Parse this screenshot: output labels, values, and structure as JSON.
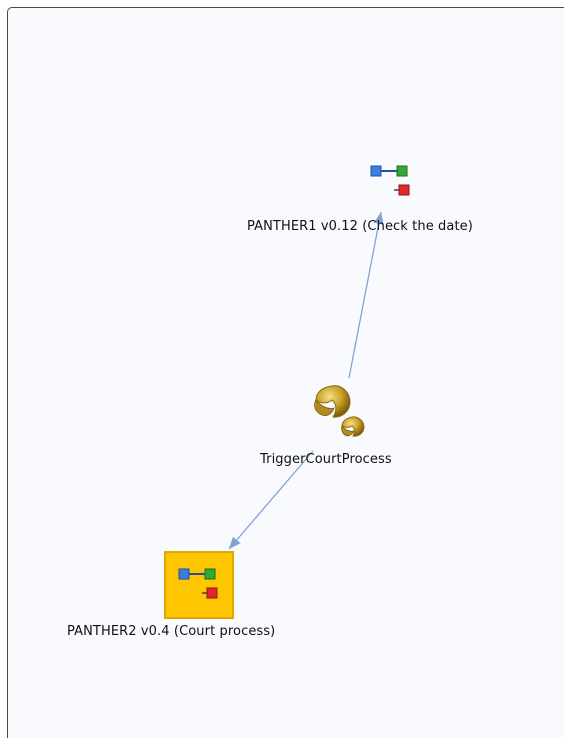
{
  "diagram": {
    "nodes": [
      {
        "id": "panther1",
        "label": "PANTHER1 v0.12 (Check the date)",
        "icon": "process-model-icon",
        "selected": false
      },
      {
        "id": "trigger",
        "label": "TriggerCourtProcess",
        "icon": "trigger-gears-icon",
        "selected": false
      },
      {
        "id": "panther2",
        "label": "PANTHER2 v0.4 (Court process)",
        "icon": "process-model-icon",
        "selected": true
      }
    ],
    "edges": [
      {
        "from": "trigger",
        "to": "panther1"
      },
      {
        "from": "trigger",
        "to": "panther2"
      }
    ],
    "colors": {
      "canvas": "#f8fafe",
      "edge": "#7fa3d8",
      "selection": "#fdc600",
      "gear": "#c9a227"
    }
  }
}
